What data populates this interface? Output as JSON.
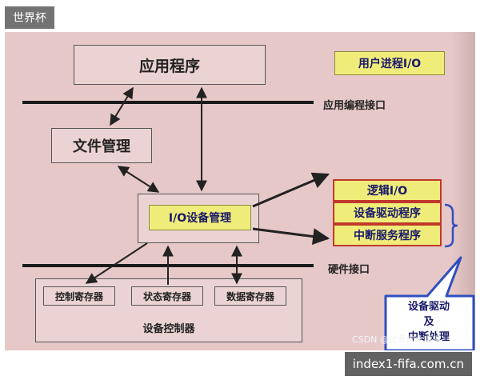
{
  "watermarks": {
    "top_left": "世界杯",
    "bottom_right": "index1-fifa.com.cn",
    "csdn": "CSDN @优秀的木嘻嘻"
  },
  "diagram": {
    "app_box": "应用程序",
    "user_io": "用户进程I/O",
    "api_label": "应用编程接口",
    "file_mgmt": "文件管理",
    "io_device_mgmt": "I/O设备管理",
    "logical_io": "逻辑I/O",
    "device_driver": "设备驱动程序",
    "interrupt_service": "中断服务程序",
    "hardware_interface": "硬件接口",
    "registers": [
      "控制寄存器",
      "状态寄存器",
      "数据寄存器"
    ],
    "device_controller": "设备控制器",
    "bubble": [
      "设备驱动",
      "及",
      "中断处理"
    ]
  },
  "colors": {
    "slide_bg": "#e6c8c8",
    "highlight_yellow": "#f0ec7a",
    "frame_red": "#c0392b",
    "bubble_blue": "#2f4fbf"
  }
}
